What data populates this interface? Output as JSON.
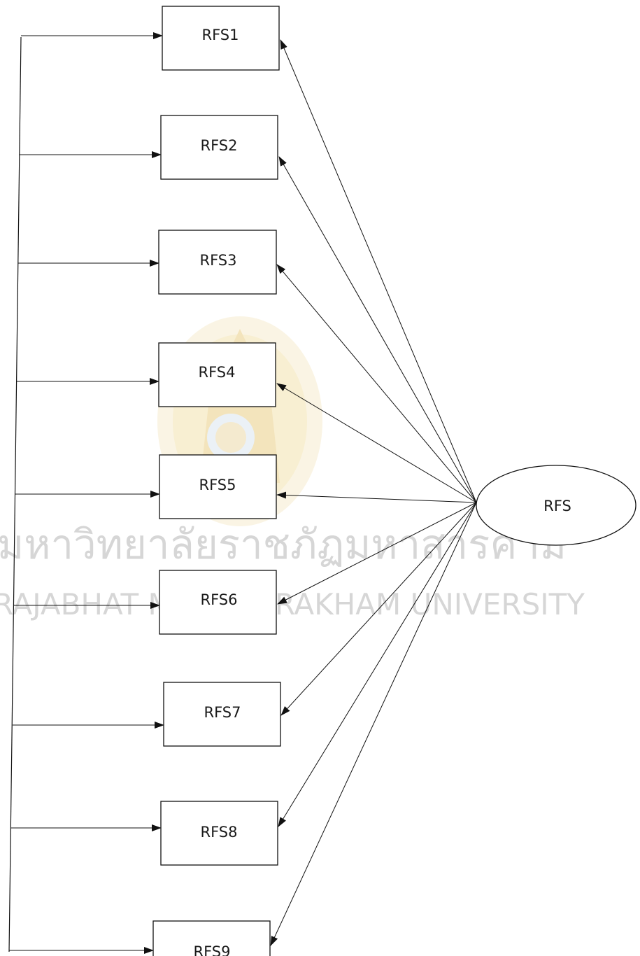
{
  "watermark": {
    "thai_text": "มหาวิทยาลัยราชภัฏมหาสารคาม",
    "english_text": "RAJABHAT MAHASARAKHAM UNIVERSITY",
    "seal_colors": [
      "#f2e2b3",
      "#e9c36a",
      "#c9d7e6"
    ]
  },
  "latent": {
    "label": "RFS"
  },
  "indicators": [
    {
      "label": "RFS1"
    },
    {
      "label": "RFS2"
    },
    {
      "label": "RFS3"
    },
    {
      "label": "RFS4"
    },
    {
      "label": "RFS5"
    },
    {
      "label": "RFS6"
    },
    {
      "label": "RFS7"
    },
    {
      "label": "RFS8"
    },
    {
      "label": "RFS9"
    }
  ]
}
